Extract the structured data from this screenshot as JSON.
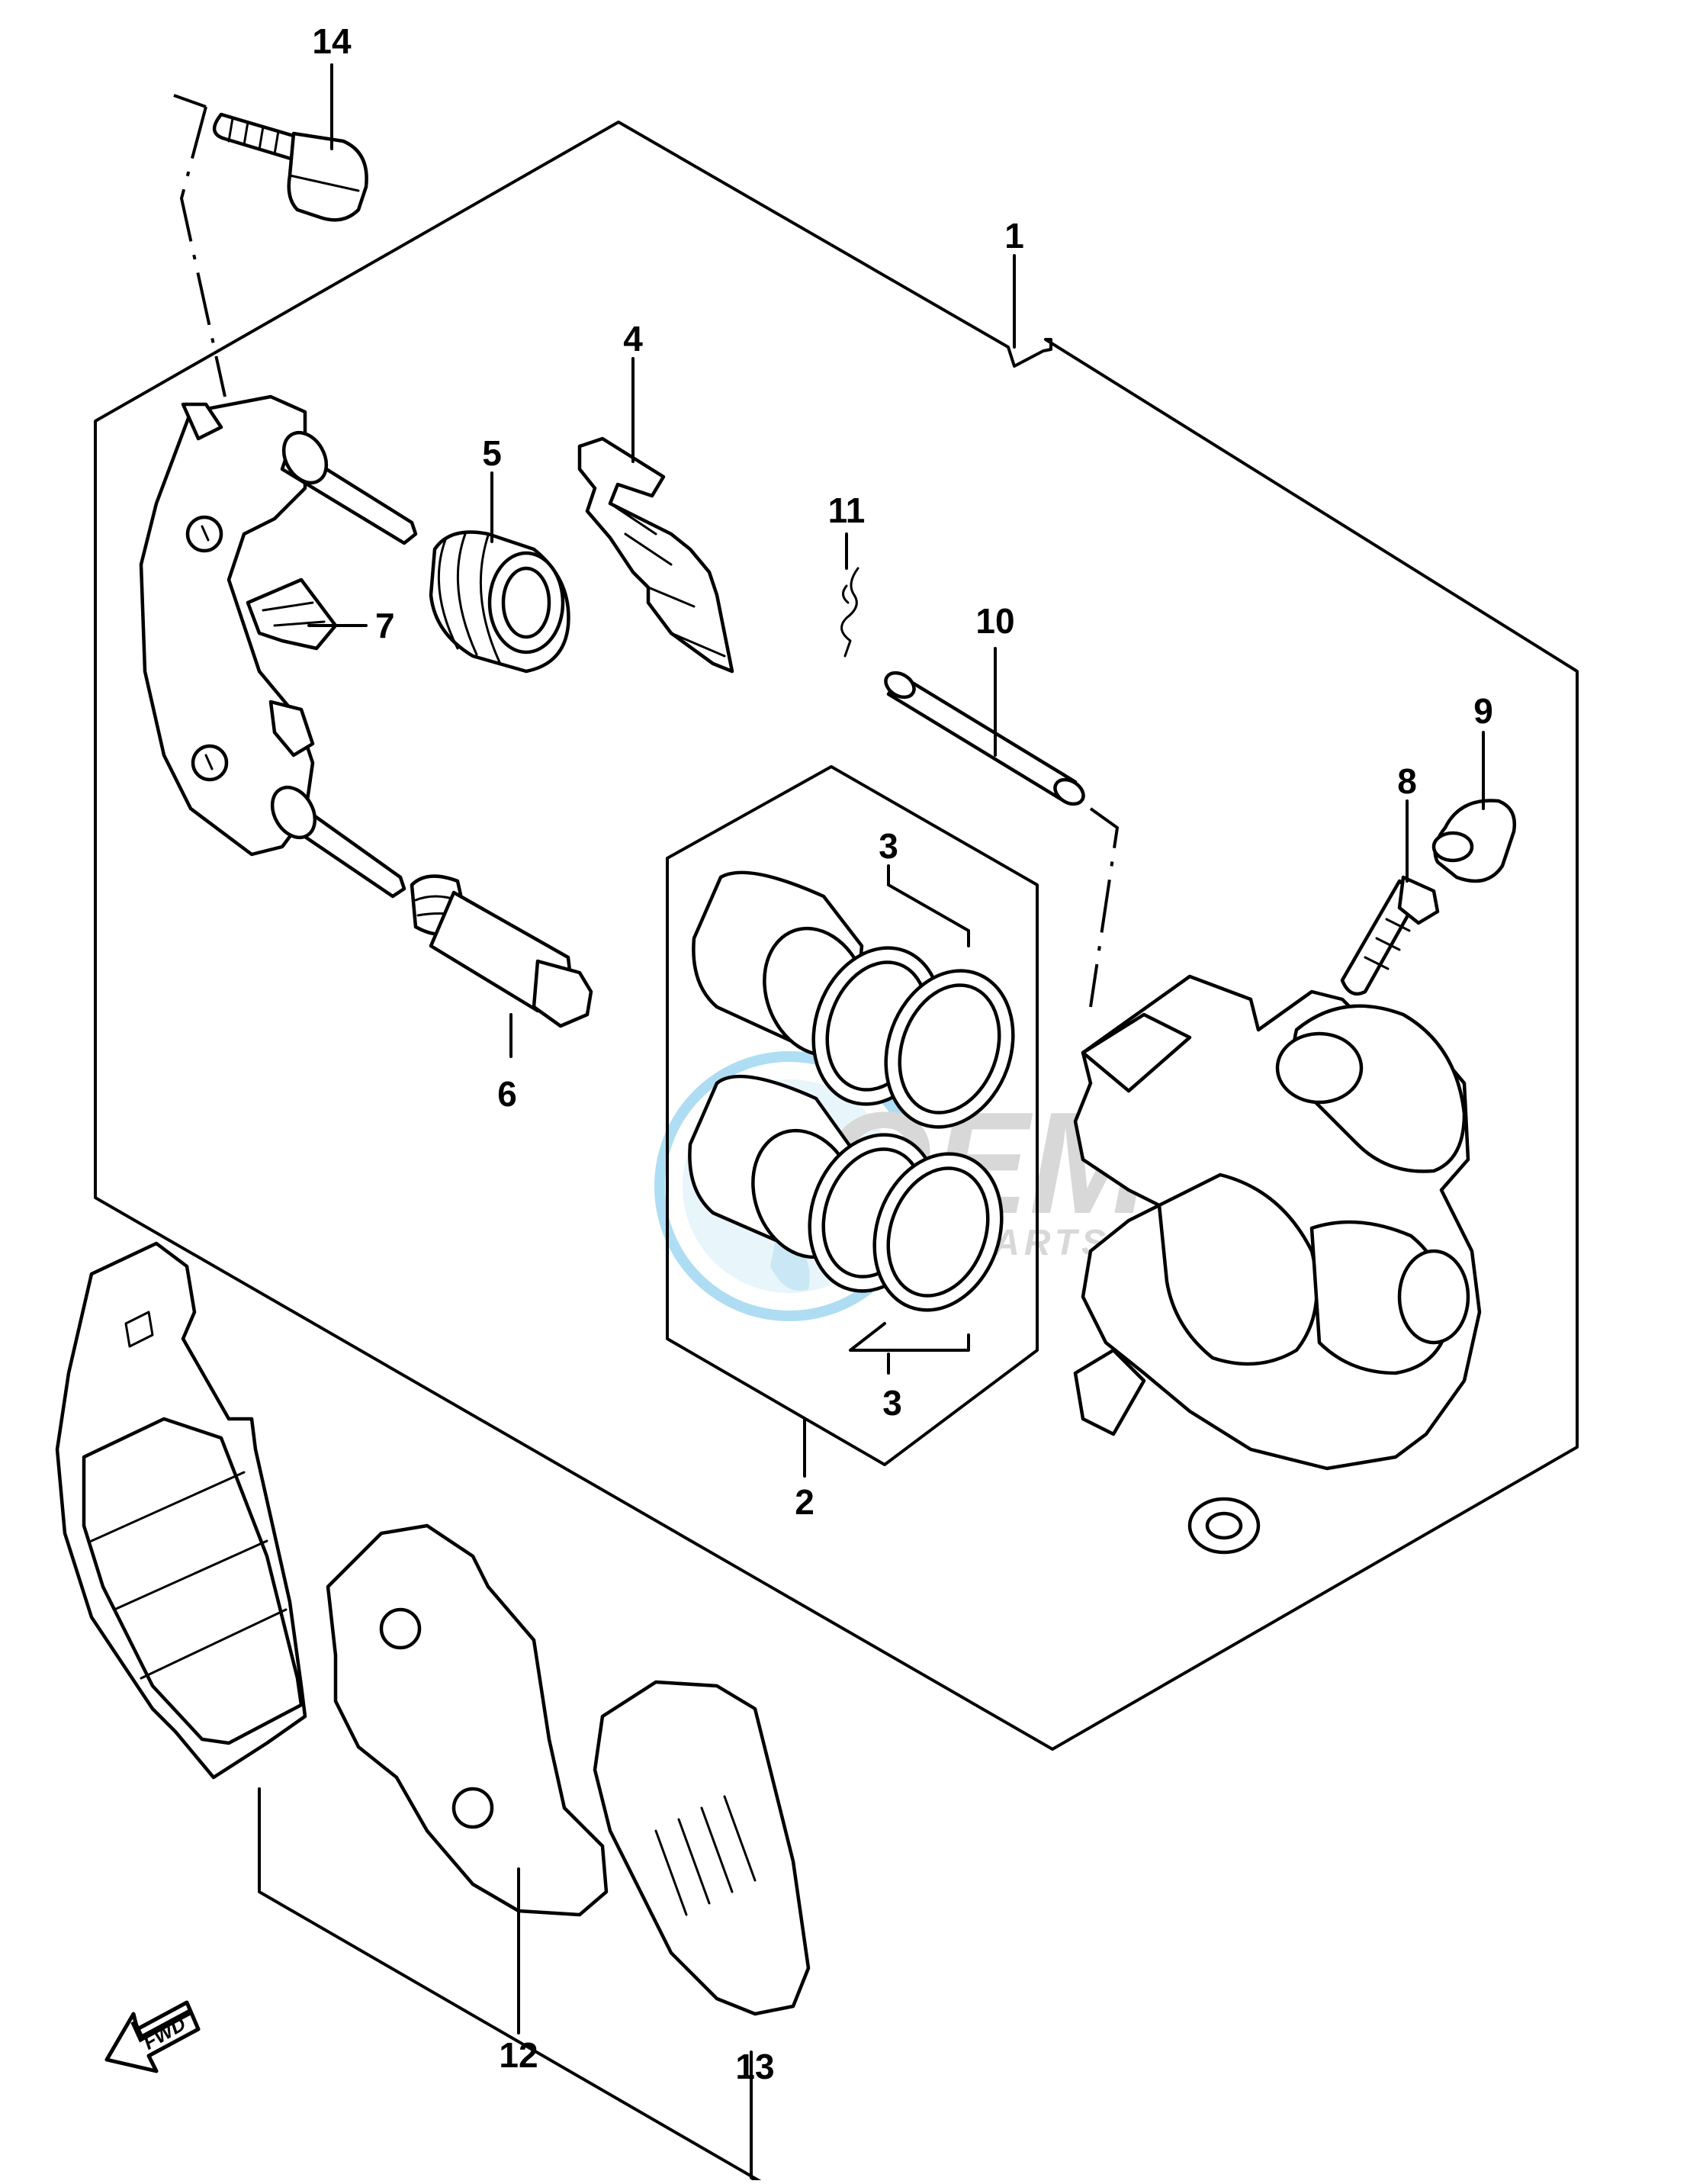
{
  "callouts": {
    "c1": "1",
    "c2": "2",
    "c3a": "3",
    "c3b": "3",
    "c4": "4",
    "c5": "5",
    "c6": "6",
    "c7": "7",
    "c8": "8",
    "c9": "9",
    "c10": "10",
    "c11": "11",
    "c12": "12",
    "c13": "13",
    "c14": "14"
  },
  "direction_arrow": {
    "label": "FWD",
    "icon": "direction-arrow-icon"
  },
  "watermark": {
    "brand": "OEM",
    "subtitle": "MOTORPARTS",
    "icon": "globe-logo-icon",
    "color": "#6cc3ea"
  }
}
